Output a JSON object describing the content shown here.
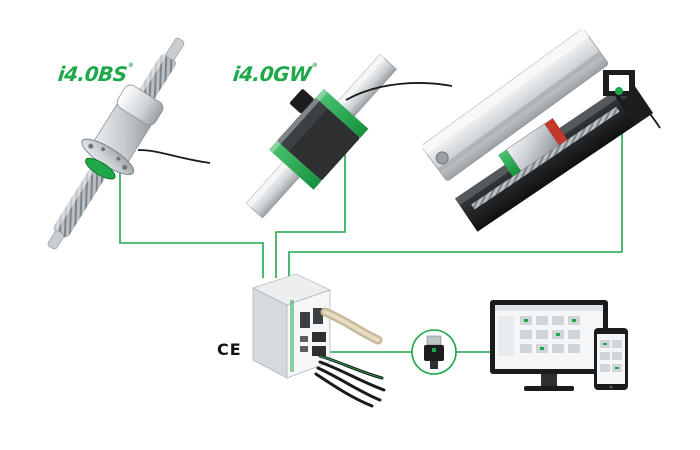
{
  "brands": {
    "ballscrew": {
      "name": "i4.0BS",
      "mark": "®"
    },
    "guideway": {
      "name": "i4.0GW",
      "mark": "®"
    }
  },
  "certification": {
    "mark": "CE"
  },
  "colors": {
    "brand_green": "#1fa84a",
    "connector_line": "#1fa84a",
    "metal": "#cfd3d6",
    "cable": "#1a1a1a"
  },
  "components": [
    {
      "name": "ballscrew-with-sensor-ring"
    },
    {
      "name": "linear-guideway-block"
    },
    {
      "name": "linear-module-stage"
    },
    {
      "name": "industrial-controller-box"
    },
    {
      "name": "usb-adapter-in-circle"
    },
    {
      "name": "monitor-dashboard"
    },
    {
      "name": "smartphone-dashboard"
    }
  ]
}
